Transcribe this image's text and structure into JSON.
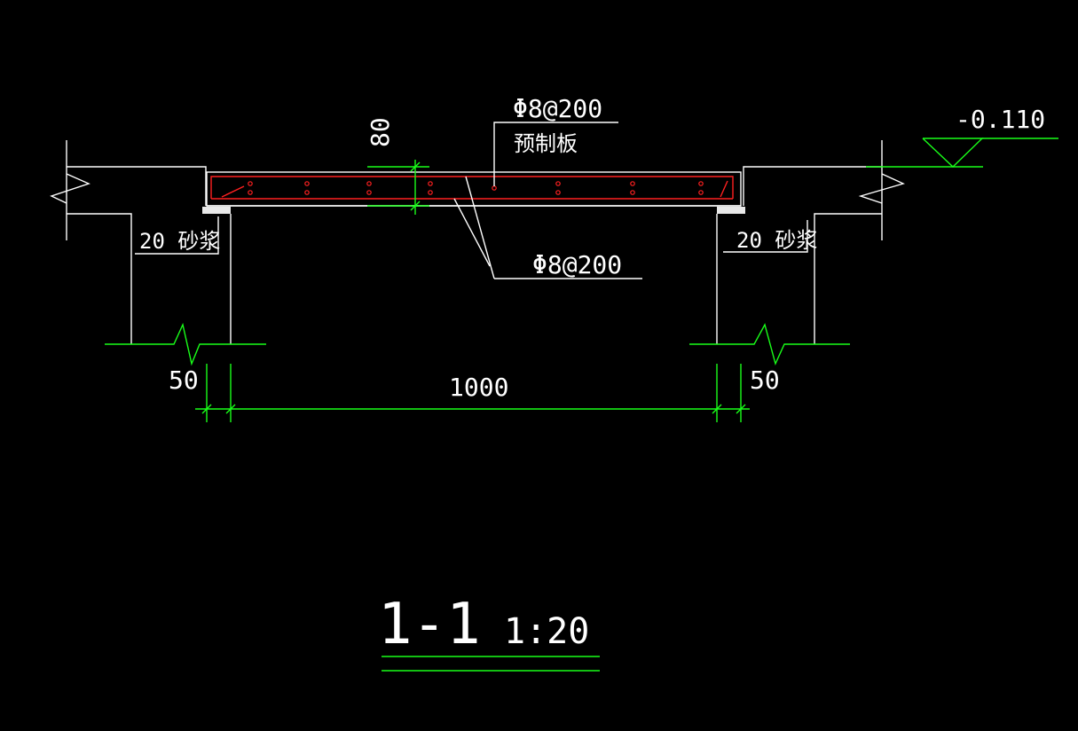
{
  "section": {
    "title": "1-1",
    "scale": "1:20"
  },
  "labels": {
    "top_rebar": "Φ8@200",
    "slab_type": "预制板",
    "bottom_rebar": "Φ8@200",
    "mortar_left": "20 砂浆",
    "mortar_right": "20 砂浆",
    "elevation": "-0.110"
  },
  "dimensions": {
    "slab_thickness": "80",
    "left_bearing": "50",
    "clear_span": "1000",
    "right_bearing": "50"
  },
  "colors": {
    "background": "#000000",
    "structure": "#ffffff",
    "dimension": "#19ff19",
    "rebar": "#ff2020"
  }
}
